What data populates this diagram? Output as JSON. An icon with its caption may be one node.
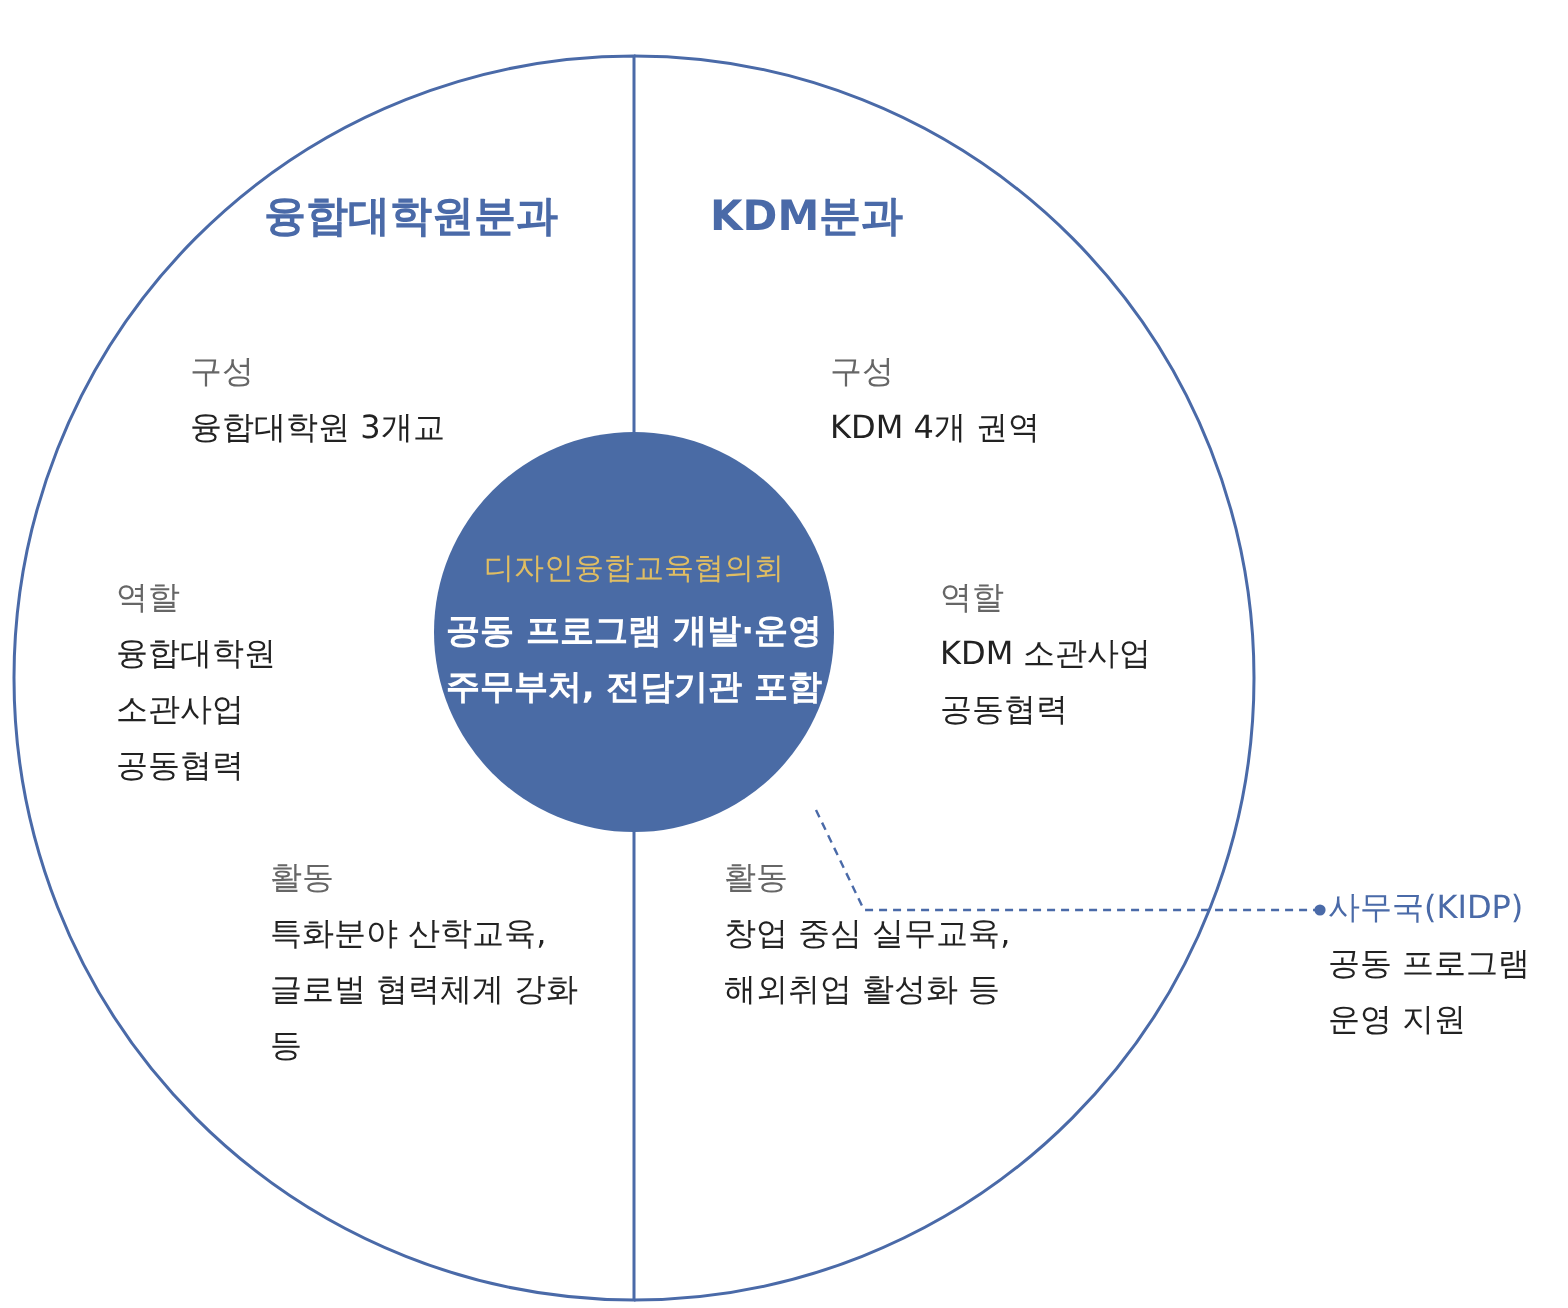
{
  "diagram": {
    "nodes": [
      {
        "text": [
          "융합대학원분과",
          "구성",
          "융합대학원 3개교",
          "역할",
          "융합대학원 소관사업 공동협력",
          "활동",
          "특화분야 산학교육, 글로벌 협력체계 강화 등"
        ]
      },
      {
        "text": [
          "KDM분과",
          "구성",
          "KDM 4개 권역",
          "역할",
          "KDM 소관사업 공동협력",
          "활동",
          "창업 중심 실무교육, 해외취업 활성화 등"
        ]
      },
      {
        "text": [
          "디자인융합교육협의회",
          "공동 프로그램 개발·운영 주무부처, 전담기관 포함"
        ]
      },
      {
        "text": [
          "사무국(KIDP)",
          "공동 프로그램 운영 지원"
        ]
      }
    ],
    "edges": [
      {
        "from": 2,
        "to": 3,
        "arrow": "other",
        "style": "dashed"
      }
    ]
  }
}
